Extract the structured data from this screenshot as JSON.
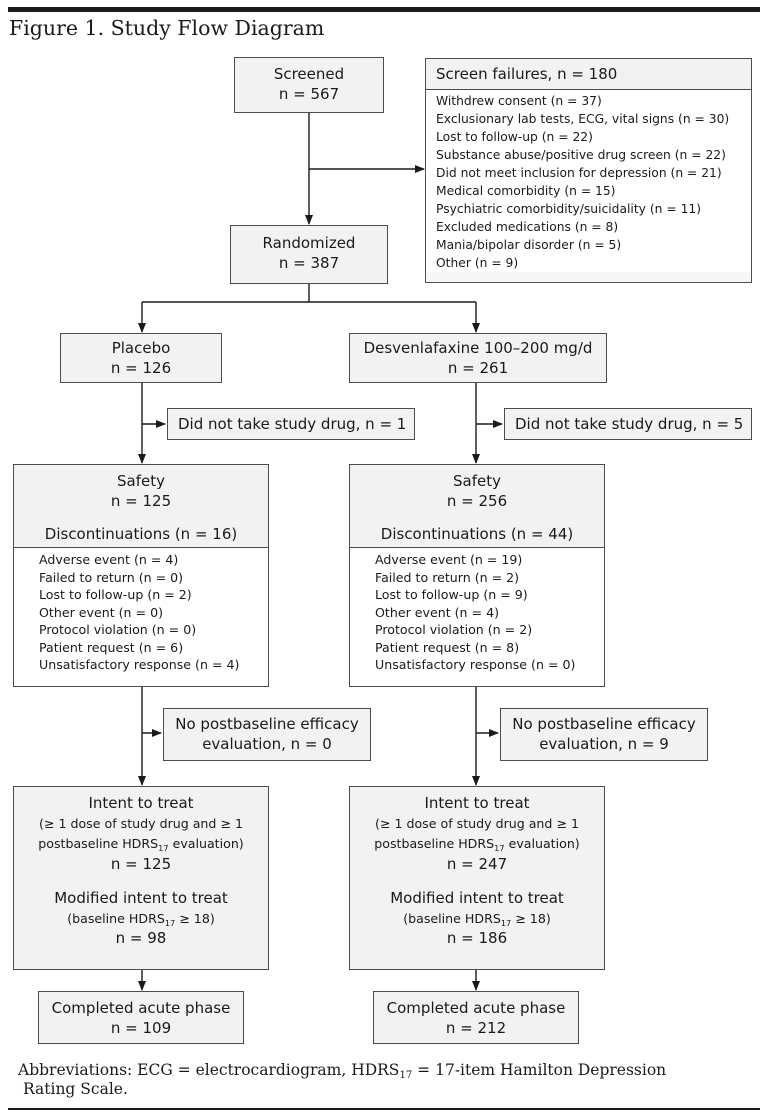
{
  "figure": {
    "title": "Figure 1. Study Flow Diagram",
    "abbreviations_line1_a": "Abbreviations: ECG = electrocardiogram, HDRS",
    "abbreviations_sub": "17",
    "abbreviations_line1_b": " = 17-item Hamilton Depression",
    "abbreviations_line2": "Rating Scale."
  },
  "screened": {
    "label": "Screened",
    "n": "n = 567"
  },
  "screen_failures": {
    "title": "Screen failures, n = 180",
    "items": [
      "Withdrew consent (n = 37)",
      "Exclusionary lab tests, ECG, vital signs (n = 30)",
      "Lost to follow-up (n = 22)",
      "Substance abuse/positive drug screen (n = 22)",
      "Did not meet inclusion for depression (n = 21)",
      "Medical comorbidity (n = 15)",
      "Psychiatric comorbidity/suicidality (n = 11)",
      "Excluded medications (n = 8)",
      "Mania/bipolar disorder (n = 5)",
      "Other (n = 9)"
    ]
  },
  "randomized": {
    "label": "Randomized",
    "n": "n = 387"
  },
  "placebo": {
    "arm": {
      "label": "Placebo",
      "n": "n = 126"
    },
    "did_not_take": "Did not take study drug, n = 1",
    "safety": {
      "label": "Safety",
      "n": "n = 125",
      "disc_title": "Discontinuations (n = 16)",
      "items": [
        "Adverse event (n = 4)",
        "Failed to return (n = 0)",
        "Lost to follow-up (n = 2)",
        "Other event (n = 0)",
        "Protocol violation (n = 0)",
        "Patient request (n = 6)",
        "Unsatisfactory response (n = 4)"
      ]
    },
    "no_efficacy": {
      "line1": "No postbaseline efficacy",
      "line2": "evaluation, n = 0"
    },
    "itt": {
      "title": "Intent to treat",
      "def1": "(≥ 1 dose of study drug and ≥ 1",
      "def2_a": "postbaseline HDRS",
      "def2_sub": "17",
      "def2_b": " evaluation)",
      "n": "n = 125",
      "mitt_title": "Modified intent to treat",
      "mitt_def_a": "(baseline HDRS",
      "mitt_def_sub": "17",
      "mitt_def_b": " ≥ 18)",
      "mitt_n": "n = 98"
    },
    "completed": {
      "label": "Completed acute phase",
      "n": "n = 109"
    }
  },
  "desvenlafaxine": {
    "arm": {
      "label": "Desvenlafaxine 100–200 mg/d",
      "n": "n = 261"
    },
    "did_not_take": "Did not take study drug, n = 5",
    "safety": {
      "label": "Safety",
      "n": "n = 256",
      "disc_title": "Discontinuations (n = 44)",
      "items": [
        "Adverse event (n = 19)",
        "Failed to return (n = 2)",
        "Lost to follow-up (n = 9)",
        "Other event (n = 4)",
        "Protocol violation (n = 2)",
        "Patient request (n = 8)",
        "Unsatisfactory response (n = 0)"
      ]
    },
    "no_efficacy": {
      "line1": "No postbaseline efficacy",
      "line2": "evaluation, n = 9"
    },
    "itt": {
      "title": "Intent to treat",
      "def1": "(≥ 1 dose of study drug and ≥ 1",
      "def2_a": "postbaseline HDRS",
      "def2_sub": "17",
      "def2_b": " evaluation)",
      "n": "n = 247",
      "mitt_title": "Modified intent to treat",
      "mitt_def_a": "(baseline HDRS",
      "mitt_def_sub": "17",
      "mitt_def_b": " ≥ 18)",
      "mitt_n": "n = 186"
    },
    "completed": {
      "label": "Completed acute phase",
      "n": "n = 212"
    }
  }
}
